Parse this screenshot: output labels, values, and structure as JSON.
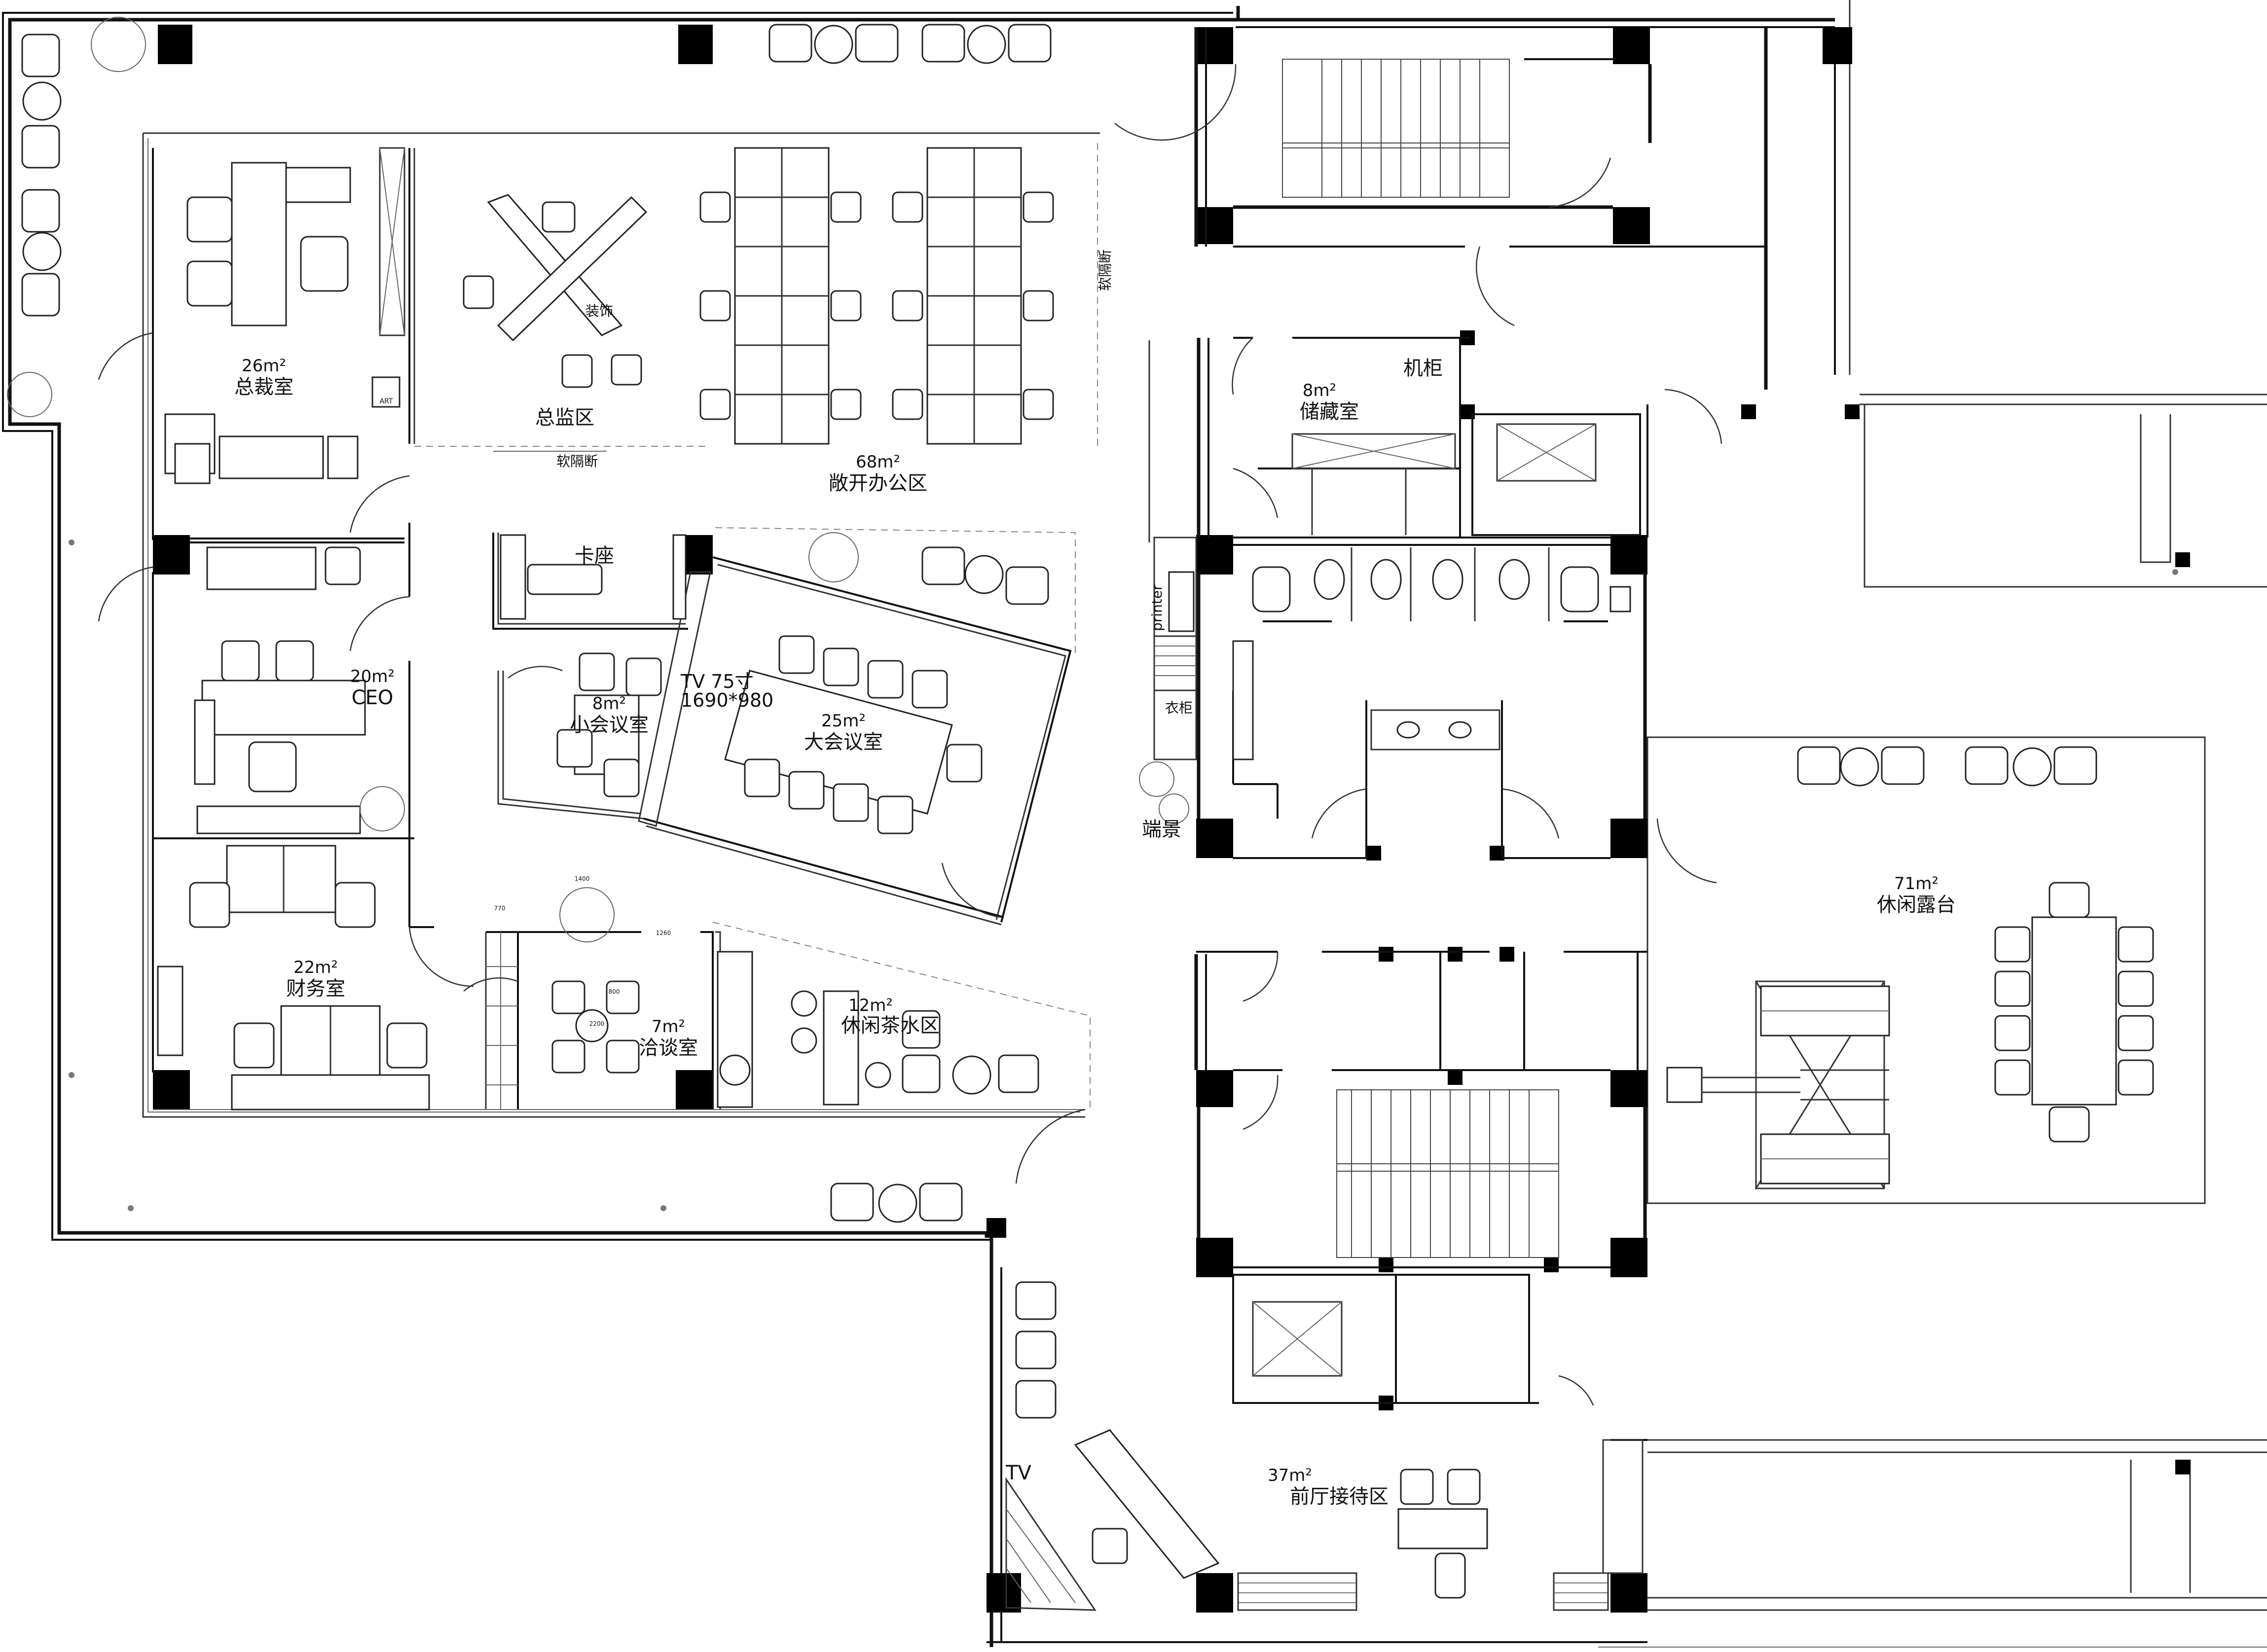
{
  "rooms": {
    "president": {
      "area": "26m²",
      "name": "总裁室"
    },
    "director": {
      "name": "总监区"
    },
    "open_office": {
      "area": "68m²",
      "name": "敞开办公区"
    },
    "ceo": {
      "area": "20m²",
      "name": "CEO"
    },
    "booth": {
      "name": "卡座"
    },
    "small_meeting": {
      "area": "8m²",
      "name": "小会议室"
    },
    "tv_note": {
      "line1": "TV 75寸",
      "line2": "1690*980"
    },
    "big_meeting": {
      "area": "25m²",
      "name": "大会议室"
    },
    "storage": {
      "area": "8m²",
      "name": "储藏室"
    },
    "server": {
      "name": "机柜"
    },
    "wardrobe": {
      "name": "衣柜"
    },
    "printer": {
      "name": "printer"
    },
    "end_view": {
      "name": "端景"
    },
    "finance": {
      "area": "22m²",
      "name": "财务室"
    },
    "negotiation": {
      "area": "7m²",
      "name": "洽谈室"
    },
    "tea_area": {
      "area": "12m²",
      "name": "休闲茶水区"
    },
    "terrace": {
      "area": "71m²",
      "name": "休闲露台"
    },
    "lobby": {
      "area": "37m²",
      "name": "前厅接待区"
    },
    "lobby_tv": {
      "name": "TV"
    }
  },
  "labels": {
    "soft_partition_1": "软隔断",
    "soft_partition_2": "软隔断",
    "decoration": "装饰",
    "art": "ART"
  },
  "dimensions": {
    "d1400": "1400",
    "d1260": "1260",
    "d770": "770",
    "d800": "800",
    "d2200": "2200"
  }
}
